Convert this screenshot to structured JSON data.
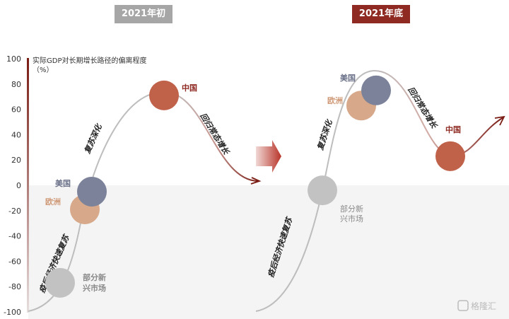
{
  "headers": {
    "left": "2021年初",
    "right": "2021年底"
  },
  "axis": {
    "title_line1": "实际GDP对长期增长路径的偏离程度",
    "title_line2": "（%）",
    "ticks": [
      "100",
      "80",
      "60",
      "40",
      "20",
      "0",
      "-20",
      "-40",
      "-60",
      "-80",
      "-100"
    ]
  },
  "left_panel": {
    "bubbles": {
      "china": {
        "label": "中国",
        "value": 71
      },
      "us": {
        "label": "美国",
        "value": -5
      },
      "europe": {
        "label": "欧洲",
        "value": -19
      },
      "emerging": {
        "label_line1": "部分新",
        "label_line2": "兴市场",
        "value": -77
      }
    },
    "phases": {
      "recovery": "疫后经济快速复苏",
      "deepening": "复苏深化",
      "normalization": "回归常态增长"
    }
  },
  "right_panel": {
    "bubbles": {
      "china": {
        "label": "中国",
        "value": 23
      },
      "us": {
        "label": "美国",
        "value": 75
      },
      "europe": {
        "label": "欧洲",
        "value": 63
      },
      "emerging": {
        "label_line1": "部分新",
        "label_line2": "兴市场",
        "value": -4
      }
    },
    "phases": {
      "recovery": "疫后经济快速复苏",
      "deepening": "复苏深化",
      "normalization": "回归常态增长"
    }
  },
  "watermark": "格隆汇",
  "colors": {
    "china": "#c0614a",
    "us": "#7b8299",
    "europe": "#d7a88a",
    "emerging": "#c2c2c2",
    "dark_red": "#7a1c14",
    "header_grey": "#a6a6a6",
    "header_red": "#8e2a22"
  }
}
